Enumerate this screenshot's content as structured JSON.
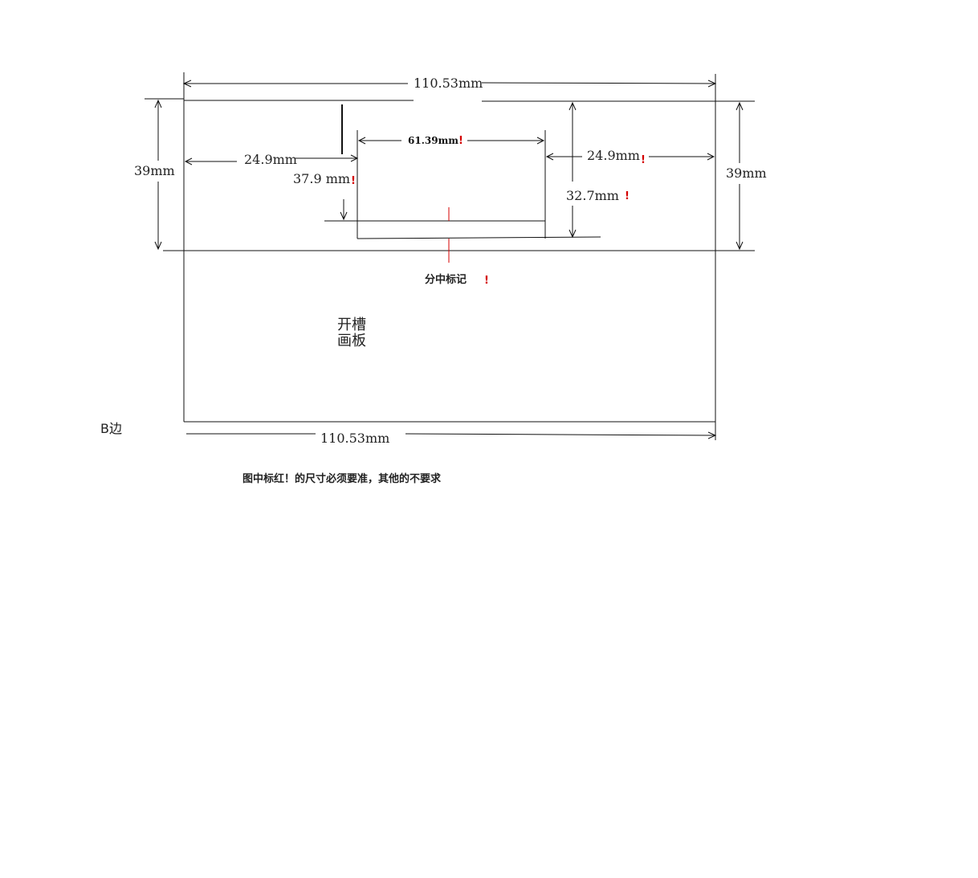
{
  "dimensions": {
    "top_width": "110.53mm",
    "bottom_width": "110.53mm",
    "left_height": "39mm",
    "right_height": "39mm",
    "left_offset": "24.9mm",
    "right_offset": "24.9mm",
    "slot_width": "61.39mm",
    "slot_left_depth": "37.9 mm",
    "slot_right_depth": "32.7mm"
  },
  "labels": {
    "center_mark": "分中标记",
    "panel_line1": "开槽",
    "panel_line2": "画板",
    "side_label": "B边",
    "note": "图中标红！的尺寸必须要准，其他的不要求"
  },
  "marks": {
    "exclaim": "!"
  },
  "colors": {
    "line": "#111111",
    "accent_red": "#d40000"
  }
}
